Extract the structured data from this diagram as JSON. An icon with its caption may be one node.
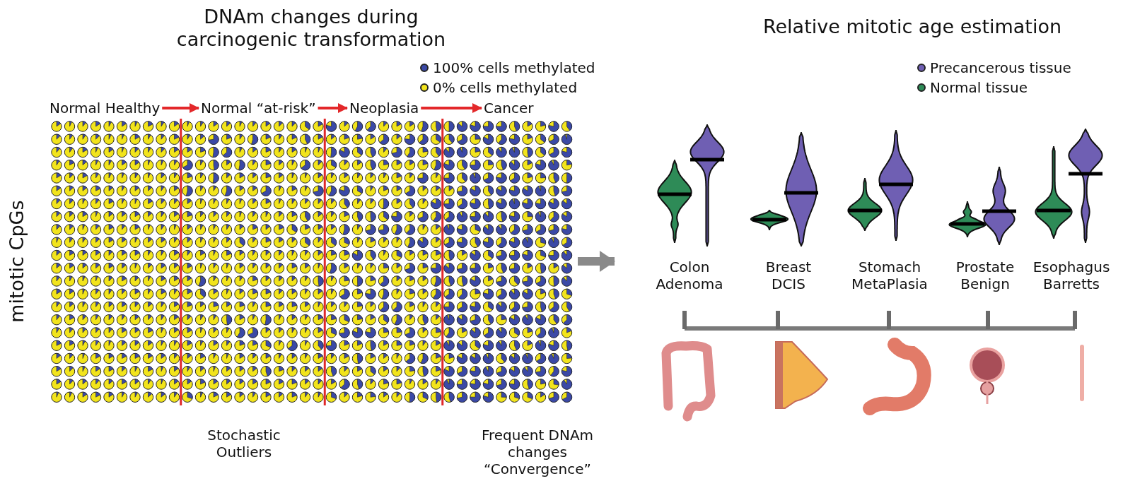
{
  "diagram": {
    "nodes": [
      {
        "text": [
          "Normal Healthy"
        ]
      },
      {
        "text": [
          "Normal “at-risk”"
        ]
      },
      {
        "text": [
          "Neoplasia"
        ]
      },
      {
        "text": [
          "Cancer"
        ]
      },
      {
        "text": [],
        "shape": "picture"
      },
      {
        "text": [],
        "shape": "picture"
      }
    ],
    "edges": [
      {
        "from": 0,
        "to": 1,
        "arrow": "to"
      },
      {
        "from": 1,
        "to": 2,
        "arrow": "to"
      },
      {
        "from": 2,
        "to": 3,
        "arrow": "to"
      },
      {
        "from": 4,
        "to": 5,
        "arrow": "to",
        "style": "thick",
        "color": "#8a8a8a"
      }
    ],
    "labels": [
      "DNAm changes during carcinogenic transformation",
      "Relative mitotic age estimation",
      "mitotic CpGs",
      "Colon Adenoma",
      "Breast DCIS",
      "Stomach MetaPlasia",
      "Prostate Benign",
      "Esophagus Barretts",
      "Stochastic Outliers",
      "Frequent DNAm changes “Convergence”"
    ],
    "legend": [
      {
        "text": "100% cells methylated",
        "color": "#3b49a6"
      },
      {
        "text": "0% cells methylated",
        "color": "#f2e41c"
      },
      {
        "text": "Precancerous tissue",
        "color": "#6f5fb3"
      },
      {
        "text": "Normal tissue",
        "color": "#2e8b57"
      }
    ]
  }
}
